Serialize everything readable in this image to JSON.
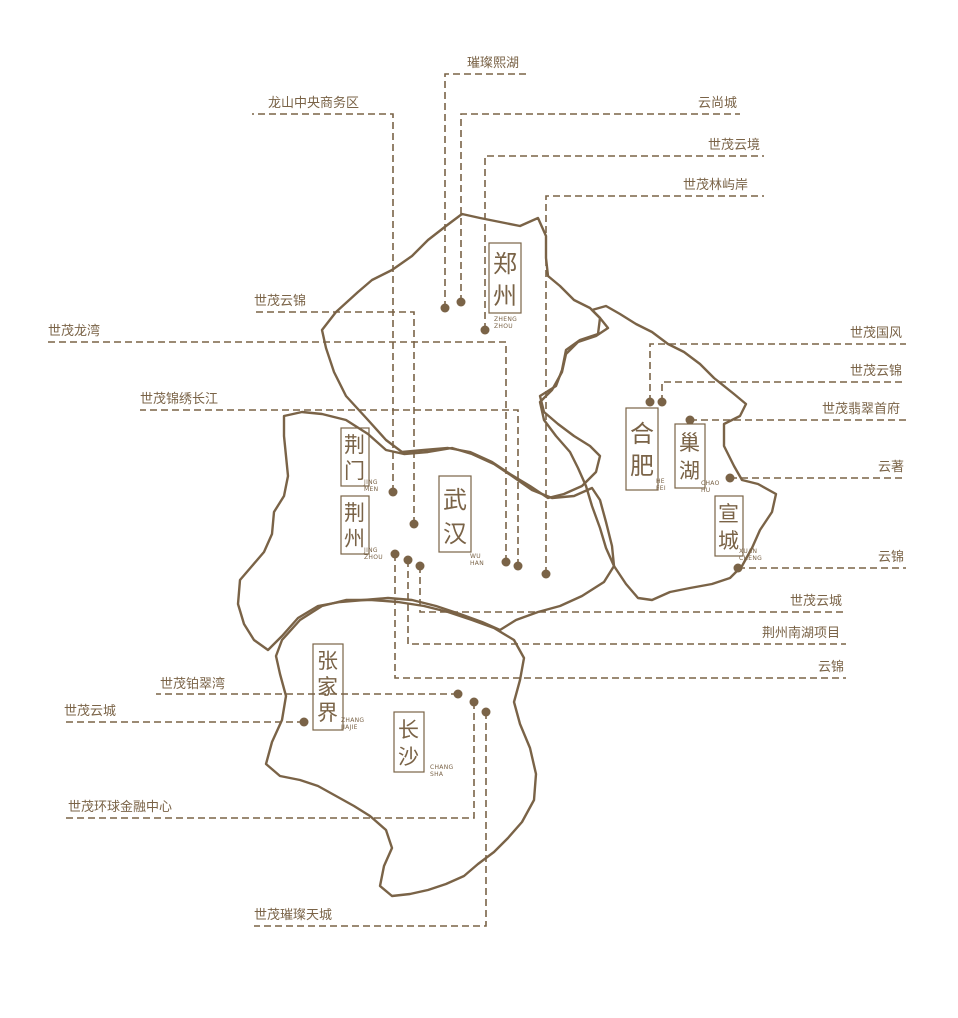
{
  "colors": {
    "ink": "#7a6347"
  },
  "cities": {
    "zhengzhou": {
      "name": [
        "郑",
        "州"
      ],
      "pinyin": [
        "ZHENG",
        "ZHOU"
      ]
    },
    "wuhan": {
      "name": [
        "武",
        "汉"
      ],
      "pinyin": [
        "WU",
        "HAN"
      ]
    },
    "hefei": {
      "name": [
        "合",
        "肥"
      ],
      "pinyin": [
        "HE",
        "FEI"
      ]
    },
    "chaohu": {
      "name": [
        "巢",
        "湖"
      ],
      "pinyin": [
        "CHAO",
        "HU"
      ]
    },
    "xuancheng": {
      "name": [
        "宣",
        "城"
      ],
      "pinyin": [
        "XUAN",
        "CHENG"
      ]
    },
    "jingmen": {
      "name": [
        "荆",
        "门"
      ],
      "pinyin": [
        "JING",
        "MEN"
      ]
    },
    "jingzhou": {
      "name": [
        "荆",
        "州"
      ],
      "pinyin": [
        "JING",
        "ZHOU"
      ]
    },
    "zhangjiajie": {
      "name": [
        "张",
        "家",
        "界"
      ],
      "pinyin": [
        "ZHANG",
        "JIAJIE"
      ]
    },
    "changsha": {
      "name": [
        "长",
        "沙"
      ],
      "pinyin": [
        "CHANG",
        "SHA"
      ]
    }
  },
  "projects": {
    "cuicanxihu": "璀璨熙湖",
    "longshan": "龙山中央商务区",
    "yunshangcheng": "云尚城",
    "yunjing": "世茂云境",
    "linyuan": "世茂林屿岸",
    "yunjin_west": "世茂云锦",
    "longwan": "世茂龙湾",
    "jinxiu": "世茂锦绣长江",
    "guofeng": "世茂国风",
    "yunjin_hefei": "世茂云锦",
    "feicui": "世茂翡翠首府",
    "yunzhu": "云著",
    "yunjin_xuancheng": "云锦",
    "yuncheng_jingzhou": "世茂云城",
    "nanhu": "荆州南湖项目",
    "yunjin_jingzhou": "云锦",
    "bocuiwan": "世茂铂翠湾",
    "yuncheng_zjj": "世茂云城",
    "finance": "世茂环球金融中心",
    "tiancheng": "世茂璀璨天城"
  }
}
